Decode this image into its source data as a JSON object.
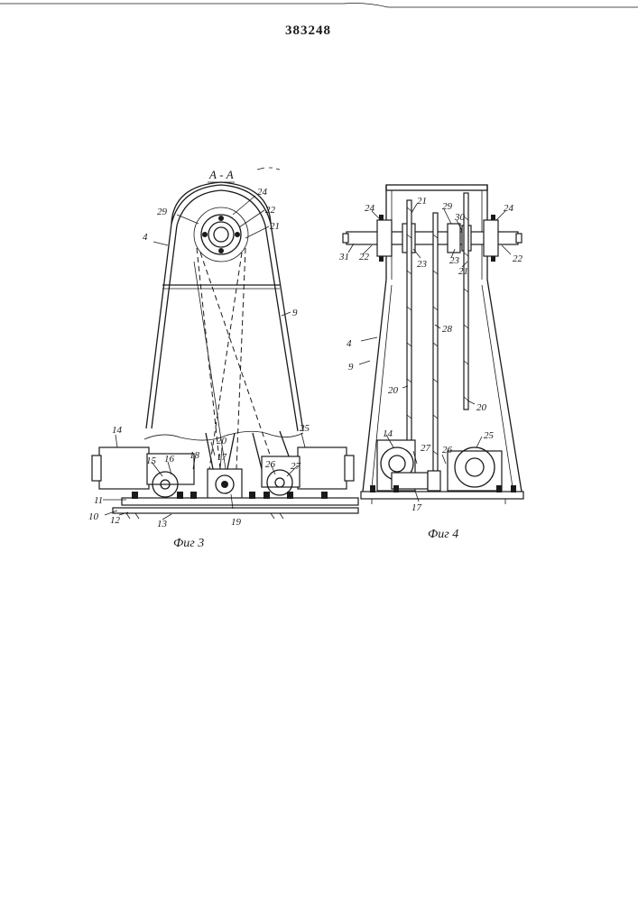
{
  "document": {
    "patent_number": "383248",
    "section_label": "А - А",
    "figures": [
      {
        "caption": "Фиг 3"
      },
      {
        "caption": "Фиг 4"
      }
    ],
    "fig3_labels": [
      "4",
      "29",
      "24",
      "22",
      "21",
      "9",
      "14",
      "15",
      "16",
      "18",
      "17",
      "20",
      "19",
      "25",
      "26",
      "27",
      "11",
      "10",
      "12",
      "13"
    ],
    "fig4_labels": [
      "24",
      "21",
      "29",
      "30",
      "24",
      "31",
      "22",
      "23",
      "23",
      "22",
      "21",
      "4",
      "28",
      "9",
      "20",
      "20",
      "14",
      "27",
      "26",
      "25",
      "17"
    ]
  }
}
